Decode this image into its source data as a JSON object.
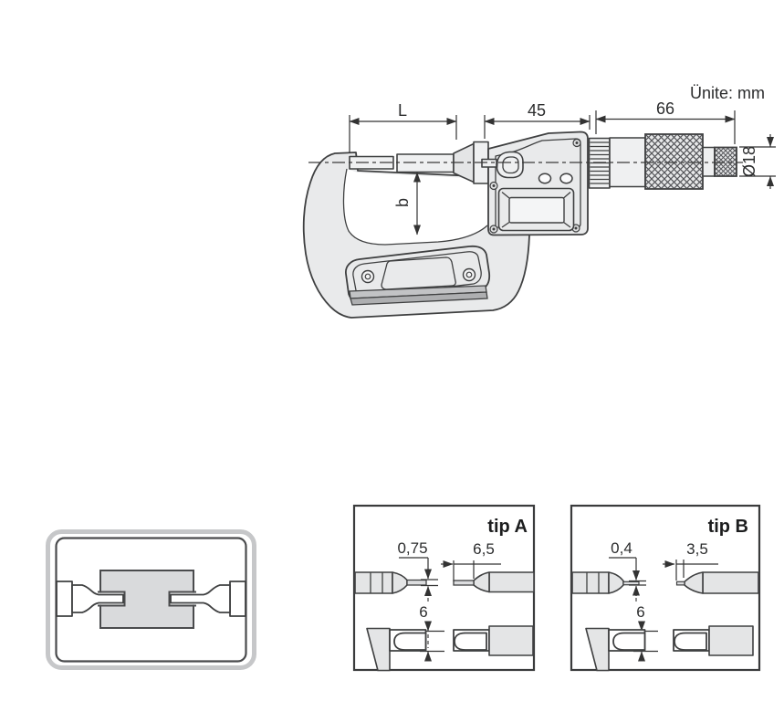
{
  "page": {
    "background": "#ffffff"
  },
  "drawing": {
    "unit_note": "Ünite: mm",
    "dimensions": {
      "blade_length_label": "L",
      "body_width_mm": "45",
      "thimble_section_mm": "66",
      "thimble_diameter": "Ø18",
      "throat_depth_label": "b"
    }
  },
  "tip_panels": {
    "tip_a": {
      "title": "tip A",
      "blade_thickness_mm": "0,75",
      "blade_flat_length_mm": "6,5",
      "blade_width_mm": "6"
    },
    "tip_b": {
      "title": "tip B",
      "blade_thickness_mm": "0,4",
      "blade_flat_length_mm": "3,5",
      "blade_width_mm": "6"
    }
  },
  "colors": {
    "ink": "#3f4041",
    "dim_ink": "#333333",
    "metal_fill": "#e9eaeb",
    "workpiece_fill": "#d9dadc",
    "panel_frame": "#c6c7c9"
  }
}
